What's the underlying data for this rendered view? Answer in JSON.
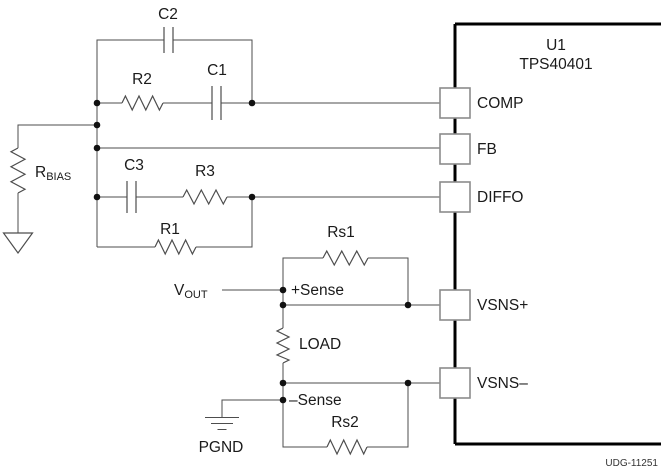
{
  "colors": {
    "background": "#ffffff",
    "wire": "#4d4d4d",
    "ic_outline": "#000000",
    "pin_box_border": "#8c8c8c",
    "text": "#1a1a1a"
  },
  "ic": {
    "refdes": "U1",
    "part": "TPS40401",
    "pins": [
      {
        "label": "COMP"
      },
      {
        "label": "FB"
      },
      {
        "label": "DIFFO"
      },
      {
        "label": "VSNS+"
      },
      {
        "label": "VSNS–"
      }
    ]
  },
  "components": {
    "c2": "C2",
    "r2": "R2",
    "c1": "C1",
    "rbias": {
      "main": "R",
      "sub": "BIAS"
    },
    "c3": "C3",
    "r3": "R3",
    "r1": "R1",
    "rs1": "Rs1",
    "load": "LOAD",
    "rs2": "Rs2"
  },
  "nets": {
    "vout": {
      "main": "V",
      "sub": "OUT"
    },
    "plus_sense": "+Sense",
    "minus_sense": "–Sense",
    "pgnd": "PGND"
  },
  "footer": "UDG-11251"
}
